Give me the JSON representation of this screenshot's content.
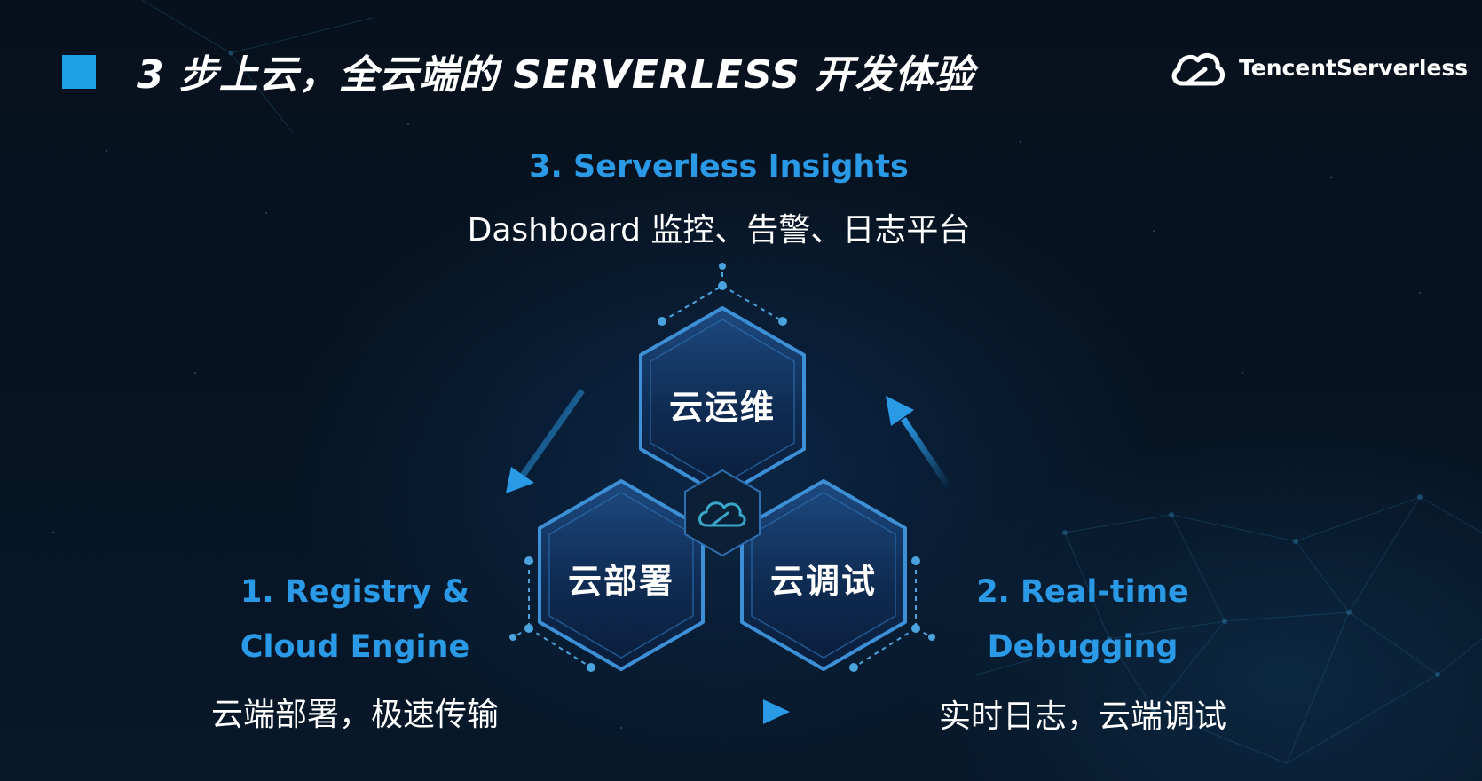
{
  "header": {
    "title": "3 步上云，全云端的 SERVERLESS  开发体验",
    "logo_text": "TencentServerless"
  },
  "steps": {
    "insights": {
      "heading": "3. Serverless Insights",
      "desc": "Dashboard 监控、告警、日志平台"
    },
    "registry": {
      "heading_line1": "1. Registry &",
      "heading_line2": "Cloud Engine",
      "desc": "云端部署，极速传输"
    },
    "debugging": {
      "heading_line1": "2. Real-time",
      "heading_line2": "Debugging",
      "desc": "实时日志，云端调试"
    }
  },
  "hexagons": {
    "ops": "云运维",
    "deploy": "云部署",
    "debug": "云调试"
  },
  "colors": {
    "accent": "#2a9ae6",
    "title_square": "#1ea0e6",
    "background": "#05101c"
  },
  "icons": {
    "center": "tencent-cloud-icon",
    "logo": "cloud-logo-icon"
  }
}
